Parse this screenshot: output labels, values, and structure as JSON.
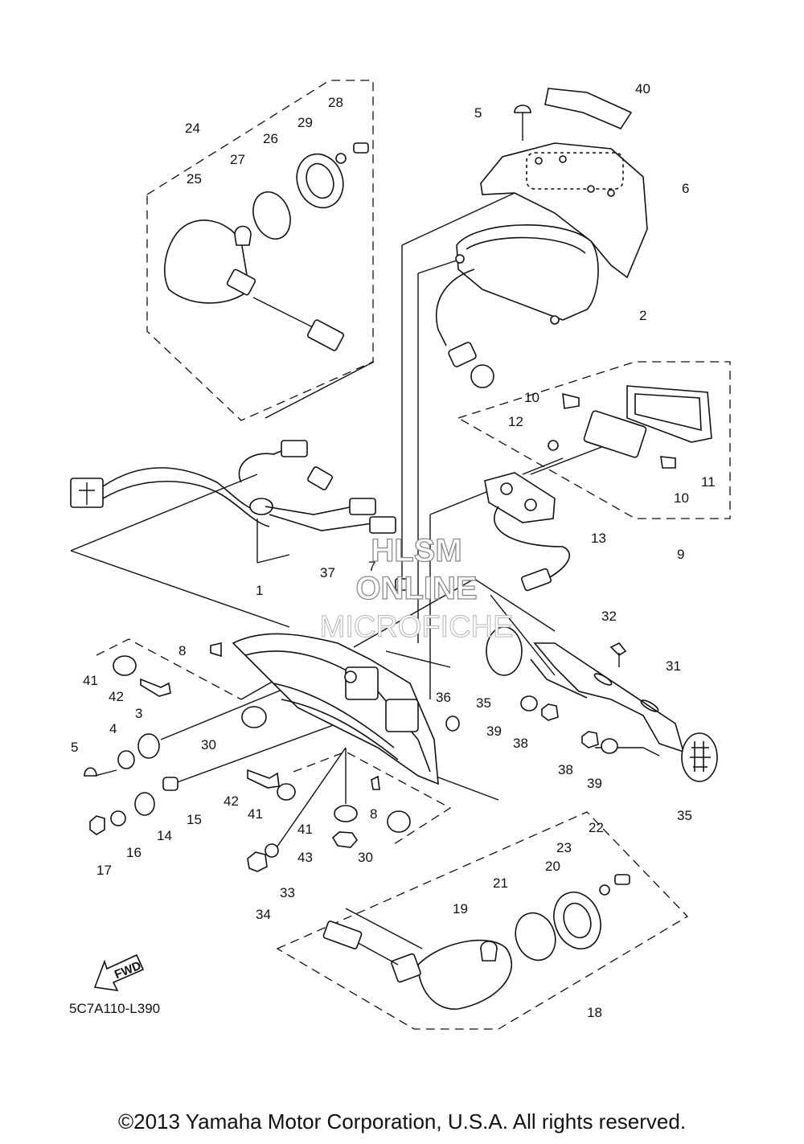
{
  "watermark": {
    "line1": "HLSM",
    "line2": "ONLINE",
    "line3": "MICROFICHE"
  },
  "fwd_label": "FWD",
  "diagram_code": "5C7A110-L390",
  "copyright": "©2013 Yamaha Motor Corporation, U.S.A. All rights reserved.",
  "callouts": [
    "1",
    "2",
    "3",
    "4",
    "5",
    "5",
    "6",
    "7",
    "8",
    "8",
    "9",
    "10",
    "10",
    "11",
    "12",
    "13",
    "14",
    "15",
    "16",
    "17",
    "18",
    "19",
    "20",
    "21",
    "22",
    "23",
    "24",
    "25",
    "26",
    "27",
    "28",
    "29",
    "30",
    "30",
    "31",
    "32",
    "33",
    "34",
    "35",
    "35",
    "36",
    "37",
    "38",
    "38",
    "39",
    "39",
    "40",
    "41",
    "41",
    "41",
    "42",
    "42",
    "43"
  ]
}
